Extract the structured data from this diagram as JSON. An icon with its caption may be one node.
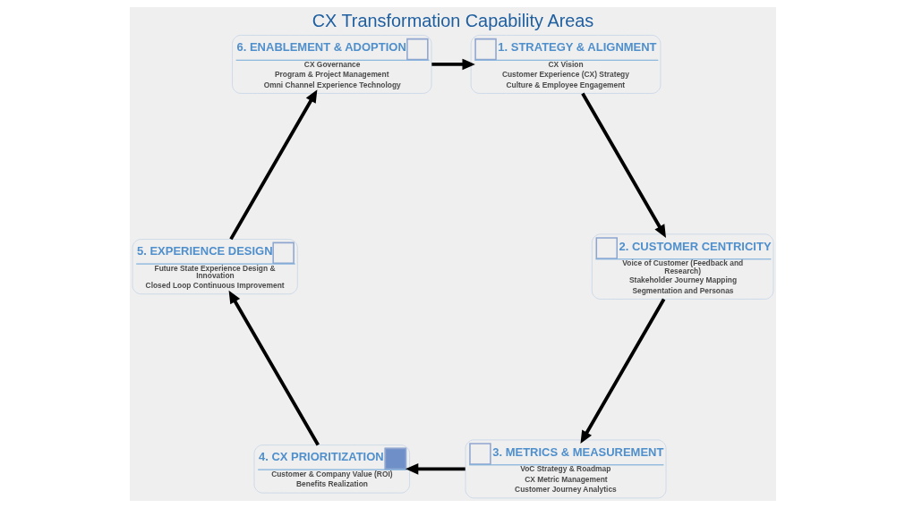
{
  "diagram": {
    "title": "CX Transformation Capability Areas",
    "nodes": [
      {
        "text": [
          "1. STRATEGY & ALIGNMENT",
          "CX Vision",
          "Customer Experience (CX) Strategy",
          "Culture & Employee Engagement"
        ]
      },
      {
        "text": [
          "2. CUSTOMER CENTRICITY",
          "Voice of Customer (Feedback and Research)",
          "Stakeholder Journey Mapping",
          "Segmentation and Personas"
        ]
      },
      {
        "text": [
          "3. METRICS & MEASUREMENT",
          "VoC Strategy & Roadmap",
          "CX Metric Management",
          "Customer Journey Analytics"
        ]
      },
      {
        "text": [
          "4. CX PRIORITIZATION",
          "Customer & Company Value (ROI)",
          "Benefits Realization"
        ]
      },
      {
        "text": [
          "5. EXPERIENCE DESIGN",
          "Future State Experience Design & Innovation",
          "Closed Loop Continuous Improvement"
        ]
      },
      {
        "text": [
          "6. ENABLEMENT & ADOPTION",
          "CX Governance",
          "Program & Project Management",
          "Omni Channel Experience Technology"
        ]
      }
    ],
    "edges": [
      {
        "from": 0,
        "to": 1,
        "arrow": "to"
      },
      {
        "from": 1,
        "to": 2,
        "arrow": "to"
      },
      {
        "from": 2,
        "to": 3,
        "arrow": "to"
      },
      {
        "from": 3,
        "to": 4,
        "arrow": "to"
      },
      {
        "from": 4,
        "to": 5,
        "arrow": "to"
      },
      {
        "from": 5,
        "to": 0,
        "arrow": "to"
      }
    ]
  }
}
